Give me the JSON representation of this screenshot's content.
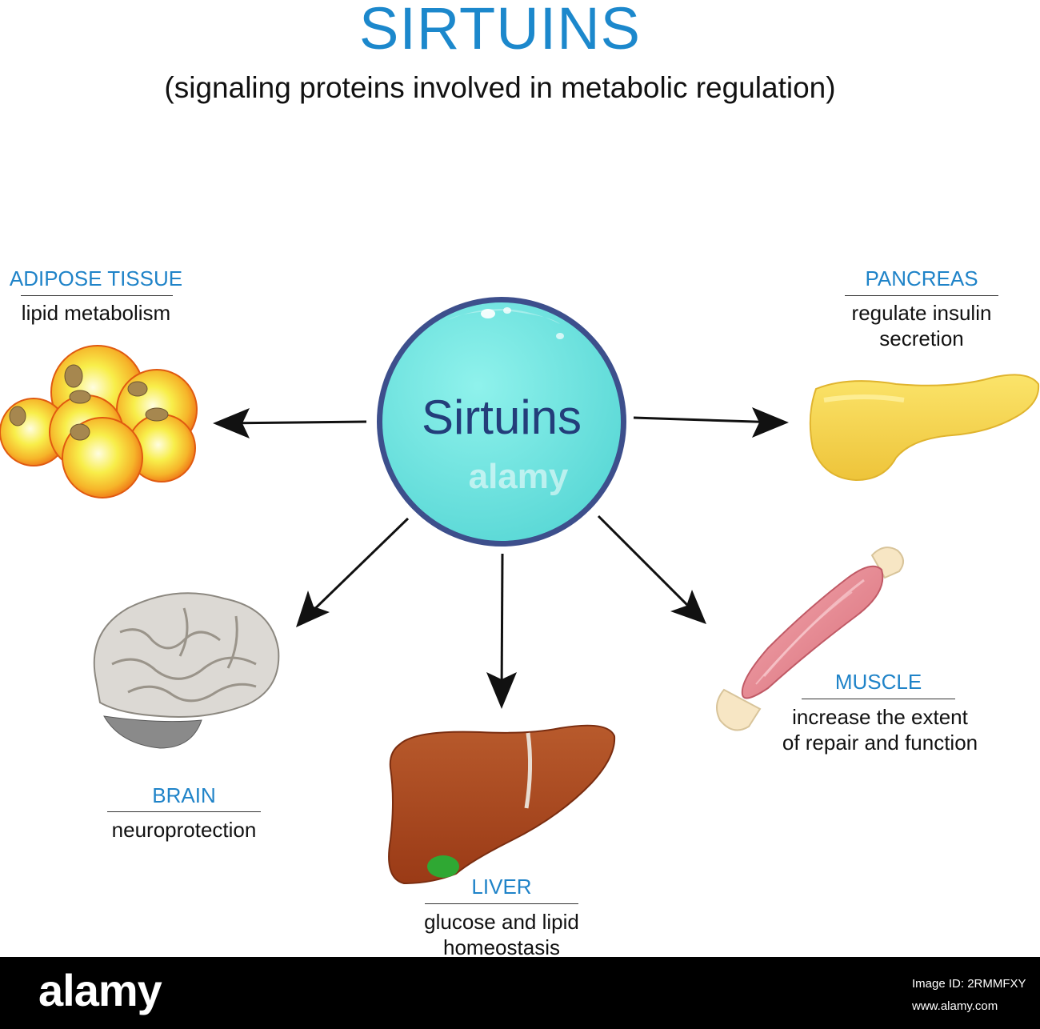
{
  "header": {
    "title": "SIRTUINS",
    "subtitle": "(signaling proteins involved in metabolic regulation)"
  },
  "center": {
    "label": "Sirtuins",
    "watermark": "alamy",
    "fill_color": "#6ee6e0",
    "border_color": "#3d4f8c"
  },
  "organs": {
    "adipose": {
      "name": "ADIPOSE TISSUE",
      "desc_lines": [
        "lipid metabolism"
      ]
    },
    "pancreas": {
      "name": "PANCREAS",
      "desc_lines": [
        "regulate insulin",
        "secretion"
      ]
    },
    "brain": {
      "name": "BRAIN",
      "desc_lines": [
        "neuroprotection"
      ]
    },
    "liver": {
      "name": "LIVER",
      "desc_lines": [
        "glucose and lipid",
        "homeostasis"
      ]
    },
    "muscle": {
      "name": "MUSCLE",
      "desc_lines": [
        "increase the extent",
        "of repair and function"
      ]
    }
  },
  "colors": {
    "title": "#1c88cc",
    "organ_name": "#1f83c8",
    "arrow": "#111111",
    "adipose_cell": "#f28a1e",
    "pancreas": "#f5d544",
    "liver": "#a8441c",
    "gallbladder": "#2fa833",
    "muscle": "#e27f8a",
    "brain": "#d8d5cf"
  },
  "footer": {
    "logo": "alamy",
    "image_id": "Image ID: 2RMMFXY",
    "url": "www.alamy.com"
  }
}
